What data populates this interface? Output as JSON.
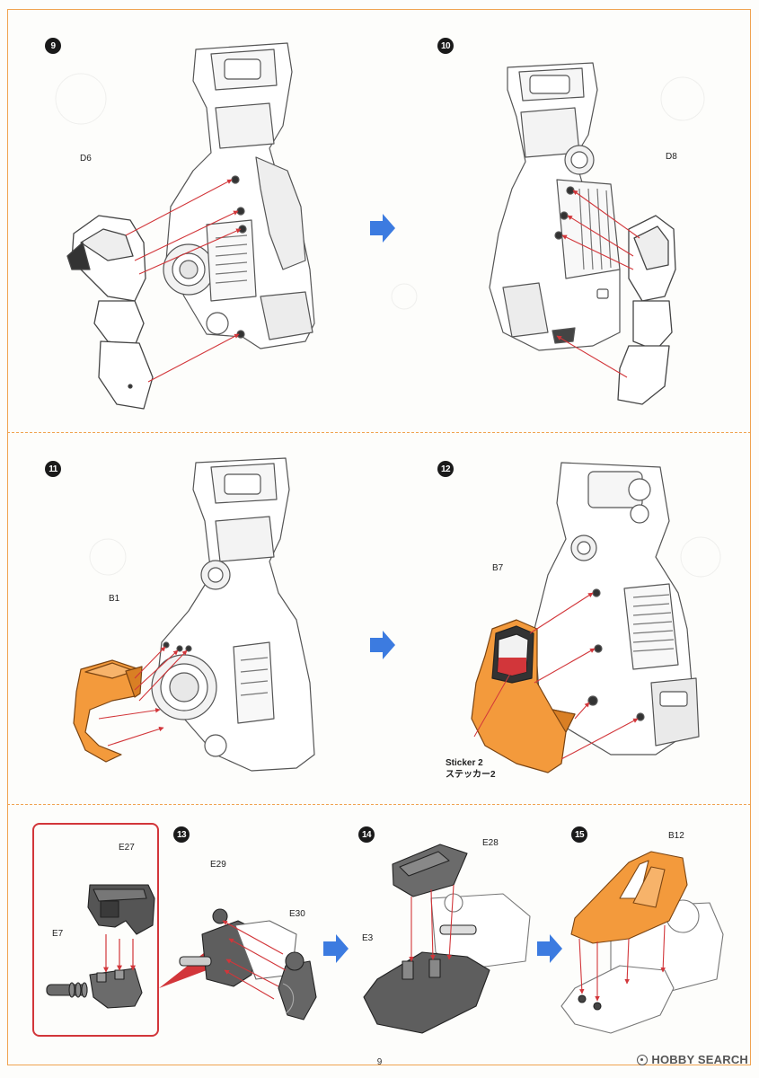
{
  "page": {
    "number": "9"
  },
  "watermark": {
    "text": "HOBBY SEARCH",
    "icon": "globe-icon"
  },
  "colors": {
    "border_orange": "#f0a350",
    "part_orange": "#f39a3c",
    "part_gray": "#6b6b6b",
    "guide_red": "#d2363a",
    "next_arrow_blue": "#3c7be0"
  },
  "steps": [
    {
      "number": "9",
      "parts": [
        "D6"
      ]
    },
    {
      "number": "10",
      "parts": [
        "D8"
      ]
    },
    {
      "number": "11",
      "parts": [
        "B1"
      ]
    },
    {
      "number": "12",
      "parts": [
        "B7"
      ],
      "sticker": {
        "en": "Sticker 2",
        "jp": "ステッカー2"
      }
    },
    {
      "number": "13",
      "parts": [
        "E29",
        "E30"
      ],
      "inset_parts": [
        "E27",
        "E7"
      ]
    },
    {
      "number": "14",
      "parts": [
        "E28",
        "E3"
      ]
    },
    {
      "number": "15",
      "parts": [
        "B12"
      ]
    }
  ]
}
